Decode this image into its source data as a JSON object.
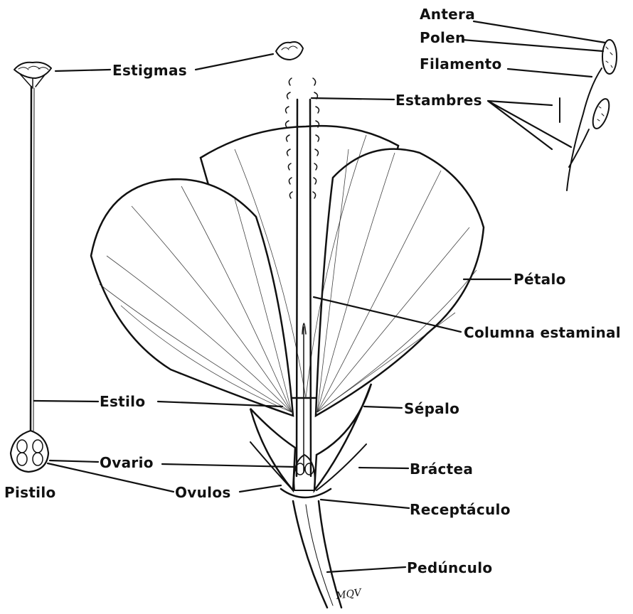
{
  "labels": {
    "antera": "Antera",
    "polen": "Polen",
    "filamento": "Filamento",
    "estambres": "Estambres",
    "estigmas": "Estigmas",
    "petalo": "Pétalo",
    "columna": "Columna estaminal",
    "estilo": "Estilo",
    "sepalo": "Sépalo",
    "ovario": "Ovario",
    "bractea": "Bráctea",
    "ovulos": "Ovulos",
    "receptaculo": "Receptáculo",
    "pistilo": "Pistilo",
    "pedunculo": "Pedúnculo"
  },
  "signature": "MQV",
  "colors": {
    "ink": "#111111",
    "background": "#ffffff"
  }
}
